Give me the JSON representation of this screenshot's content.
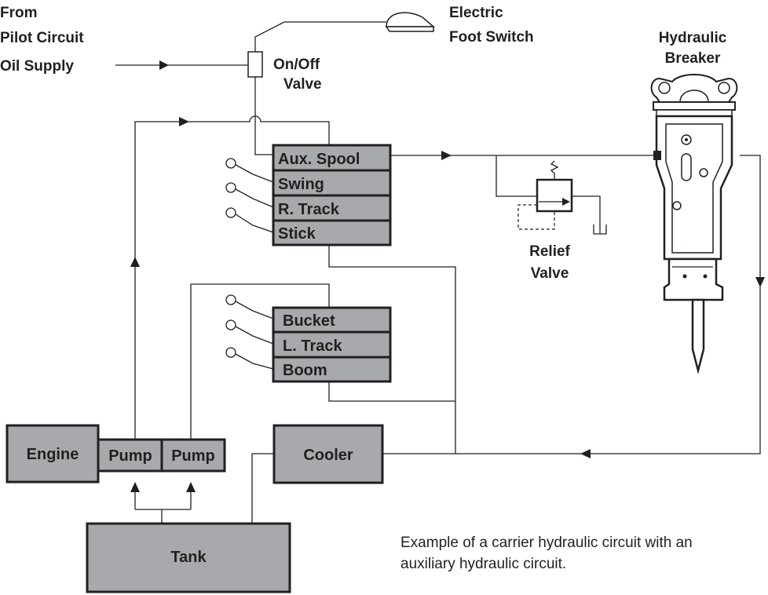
{
  "labels": {
    "from_line1": "From",
    "from_line2": "Pilot Circuit",
    "from_line3": "Oil Supply",
    "foot_switch_line1": "Electric",
    "foot_switch_line2": "Foot Switch",
    "onoff_line1": "On/Off",
    "onoff_line2": "Valve",
    "breaker_line1": "Hydraulic",
    "breaker_line2": "Breaker",
    "relief_line1": "Relief",
    "relief_line2": "Valve"
  },
  "upper_valve_bank": [
    "Aux. Spool",
    "Swing",
    "R. Track",
    "Stick"
  ],
  "lower_valve_bank": [
    "Bucket",
    "L. Track",
    "Boom"
  ],
  "components": {
    "engine": "Engine",
    "pump_left": "Pump",
    "pump_right": "Pump",
    "cooler": "Cooler",
    "tank": "Tank"
  },
  "caption_line1": "Example of a carrier hydraulic circuit with an",
  "caption_line2": "auxiliary hydraulic circuit.",
  "colors": {
    "line": "#231f20",
    "component_fill": "#a7a9ac",
    "background": "#ffffff"
  }
}
